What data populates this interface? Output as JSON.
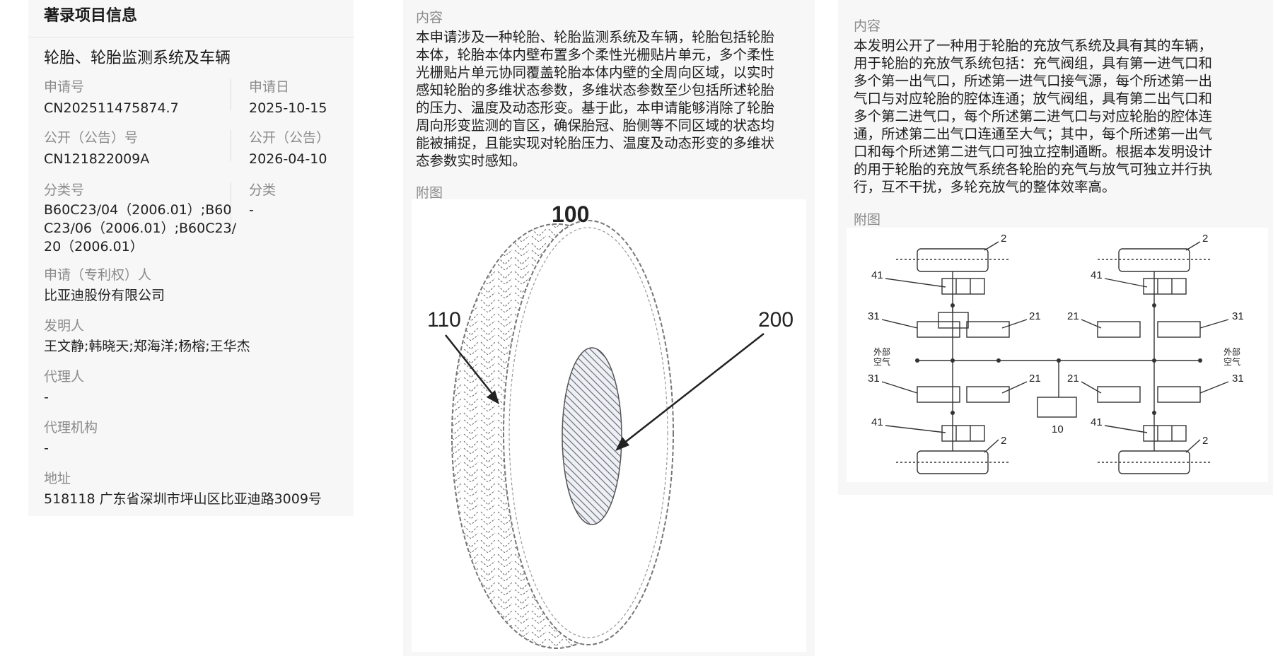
{
  "left": {
    "title": "著录项目信息",
    "patent_name": "轮胎、轮胎监测系统及车辆",
    "app_no_label": "申请号",
    "app_no": "CN202511475874.7",
    "app_date_label": "申请日",
    "app_date": "2025-10-15",
    "pub_no_label": "公开（公告）号",
    "pub_no": "CN121822009A",
    "pub_date_label": "公开（公告）",
    "pub_date": "2026-04-10",
    "class_no_label": "分类号",
    "class_no_lines": [
      "B60C23/04（2006.01）;B60",
      "C23/06（2006.01）;B60C23/",
      "20（2006.01）"
    ],
    "class_label": "分类",
    "class_value": "-",
    "applicant_label": "申请（专利权）人",
    "applicant": "比亚迪股份有限公司",
    "inventor_label": "发明人",
    "inventors": "王文静;韩晓天;郑海洋;杨榕;王华杰",
    "agent_label": "代理人",
    "agent": "-",
    "agency_label": "代理机构",
    "agency": "-",
    "address_label": "地址",
    "address": "518118 广东省深圳市坪山区比亚迪路3009号"
  },
  "middle": {
    "content_label": "内容",
    "abstract_lines": [
      "本申请涉及一种轮胎、轮胎监测系统及车辆，轮胎包括轮胎",
      "本体，轮胎本体内壁布置多个柔性光栅贴片单元，多个柔性",
      "光栅贴片单元协同覆盖轮胎本体内壁的全周向区域，以实时",
      "感知轮胎的多维状态参数，多维状态参数至少包括所述轮胎",
      "的压力、温度及动态形变。基于此，本申请能够消除了轮胎",
      "周向形变监测的盲区，确保胎冠、胎侧等不同区域的状态均",
      "能被捕捉，且能实现对轮胎压力、温度及动态形变的多维状",
      "态参数实时感知。"
    ],
    "figure_label": "附图",
    "figure_labels": {
      "main": "100",
      "left": "110",
      "right": "200"
    }
  },
  "right": {
    "content_label": "内容",
    "abstract_lines": [
      "本发明公开了一种用于轮胎的充放气系统及具有其的车辆，",
      "用于轮胎的充放气系统包括：充气阀组，具有第一进气口和",
      "多个第一出气口，所述第一进气口接气源，每个所述第一出",
      "气口与对应轮胎的腔体连通；放气阀组，具有第二出气口和",
      "多个第二进气口，每个所述第二进气口与对应轮胎的腔体连",
      "通，所述第二出气口连通至大气；其中，每个所述第一出气",
      "口和每个所述第二进气口可独立控制通断。根据本发明设计",
      "的用于轮胎的充放气系统各轮胎的充气与放气可独立并行执",
      "行，互不干扰，多轮充放气的整体效率高。"
    ],
    "figure_label": "附图",
    "diagram_labels": {
      "n2": "2",
      "n41": "41",
      "n31": "31",
      "n21": "21",
      "n10": "10",
      "ext_air_1": "外部",
      "ext_air_2": "空气"
    }
  }
}
